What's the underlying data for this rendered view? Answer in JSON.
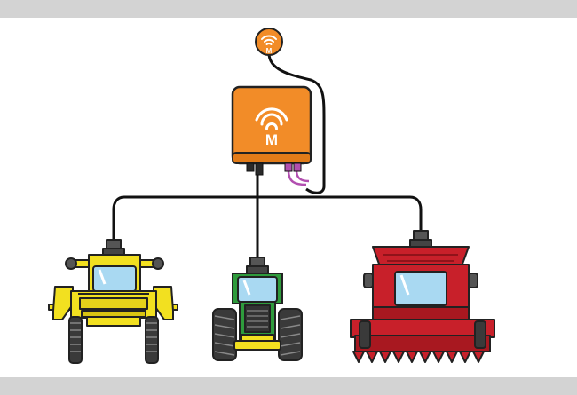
{
  "diagram": {
    "hub": {
      "icon": "wifi-m-logo-icon",
      "color": "#f28c28",
      "label": "M"
    },
    "antenna": {
      "icon": "wifi-m-logo-icon",
      "color": "#f28c28",
      "label": "M"
    },
    "connector_colors": [
      "#2a2a2a",
      "#2a2a2a",
      "#b24fb0",
      "#b24fb0"
    ],
    "cable_color": "#111111",
    "vehicles": [
      {
        "name": "sprayer",
        "icon": "sprayer-icon",
        "color": "#f2e020"
      },
      {
        "name": "tractor",
        "icon": "tractor-icon",
        "color": "#2e9b3c"
      },
      {
        "name": "combine-harvester",
        "icon": "combine-harvester-icon",
        "color": "#c8202a"
      }
    ]
  }
}
